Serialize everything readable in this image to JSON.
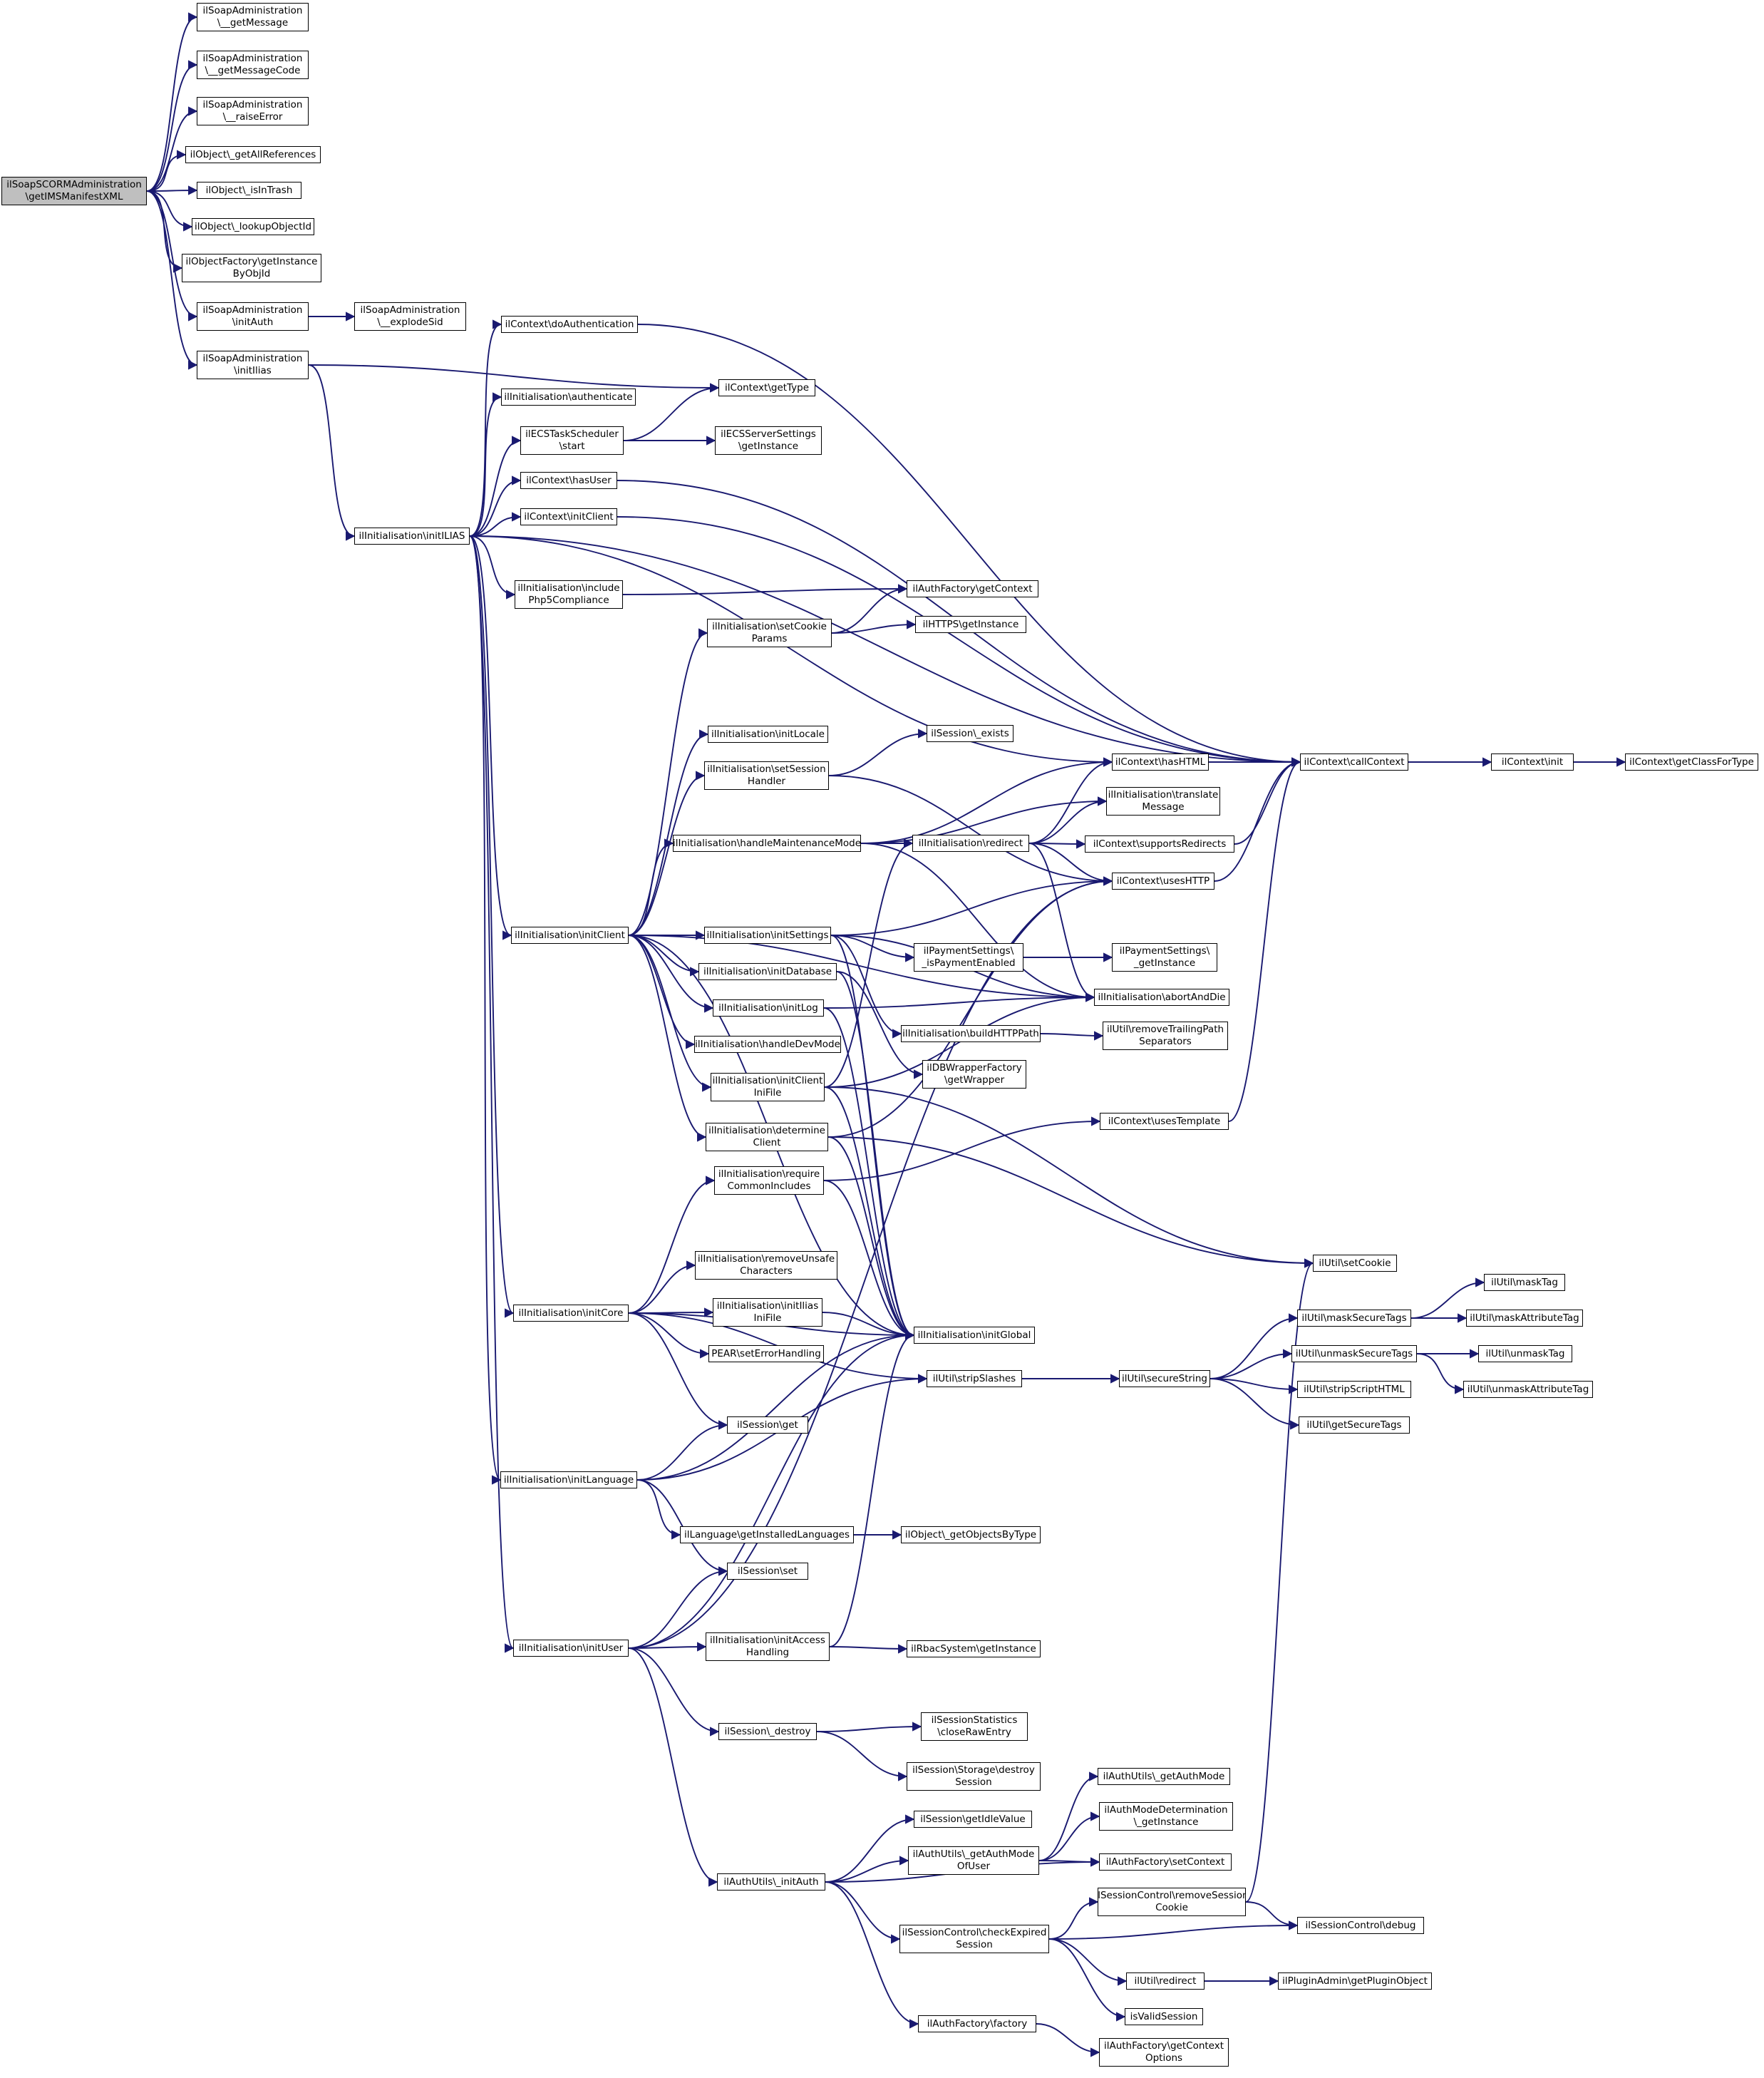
{
  "nodes": [
    {
      "id": "root",
      "label": "ilSoapSCORMAdministration\n\\getIMSManifestXML",
      "root": true
    },
    {
      "id": "getMessage",
      "label": "ilSoapAdministration\n\\__getMessage"
    },
    {
      "id": "getMessageCode",
      "label": "ilSoapAdministration\n\\__getMessageCode"
    },
    {
      "id": "raiseError",
      "label": "ilSoapAdministration\n\\__raiseError"
    },
    {
      "id": "getAllReferences",
      "label": "ilObject\\_getAllReferences"
    },
    {
      "id": "isInTrash",
      "label": "ilObject\\_isInTrash"
    },
    {
      "id": "lookupObjectId",
      "label": "ilObject\\_lookupObjectId"
    },
    {
      "id": "getInstanceByObjId",
      "label": "ilObjectFactory\\getInstance\nByObjId"
    },
    {
      "id": "initAuth",
      "label": "ilSoapAdministration\n\\initAuth"
    },
    {
      "id": "explodeSid",
      "label": "ilSoapAdministration\n\\__explodeSid"
    },
    {
      "id": "initIlias",
      "label": "ilSoapAdministration\n\\initIlias"
    },
    {
      "id": "initILIAS",
      "label": "ilInitialisation\\initILIAS"
    },
    {
      "id": "doAuthentication",
      "label": "ilContext\\doAuthentication"
    },
    {
      "id": "authenticate",
      "label": "ilInitialisation\\authenticate"
    },
    {
      "id": "ecsStart",
      "label": "ilECSTaskScheduler\n\\start"
    },
    {
      "id": "ctxGetType",
      "label": "ilContext\\getType"
    },
    {
      "id": "ecsServerSettings",
      "label": "ilECSServerSettings\n\\getInstance"
    },
    {
      "id": "hasUser",
      "label": "ilContext\\hasUser"
    },
    {
      "id": "ctxInitClient",
      "label": "ilContext\\initClient"
    },
    {
      "id": "includePhp5",
      "label": "ilInitialisation\\include\nPhp5Compliance"
    },
    {
      "id": "authFactoryGetContext",
      "label": "ilAuthFactory\\getContext"
    },
    {
      "id": "setCookieParams",
      "label": "ilInitialisation\\setCookie\nParams"
    },
    {
      "id": "httpsGetInstance",
      "label": "ilHTTPS\\getInstance"
    },
    {
      "id": "initLocale",
      "label": "ilInitialisation\\initLocale"
    },
    {
      "id": "sessionExists",
      "label": "ilSession\\_exists"
    },
    {
      "id": "setSessionHandler",
      "label": "ilInitialisation\\setSession\nHandler"
    },
    {
      "id": "hasHTML",
      "label": "ilContext\\hasHTML"
    },
    {
      "id": "callContext",
      "label": "ilContext\\callContext"
    },
    {
      "id": "ctxInit",
      "label": "ilContext\\init"
    },
    {
      "id": "getClassForType",
      "label": "ilContext\\getClassForType"
    },
    {
      "id": "translateMessage",
      "label": "ilInitialisation\\translate\nMessage"
    },
    {
      "id": "handleMaintenanceMode",
      "label": "ilInitialisation\\handleMaintenanceMode"
    },
    {
      "id": "initRedirect",
      "label": "ilInitialisation\\redirect"
    },
    {
      "id": "supportsRedirects",
      "label": "ilContext\\supportsRedirects"
    },
    {
      "id": "usesHTTP",
      "label": "ilContext\\usesHTTP"
    },
    {
      "id": "initClient",
      "label": "ilInitialisation\\initClient"
    },
    {
      "id": "initSettings",
      "label": "ilInitialisation\\initSettings"
    },
    {
      "id": "isPaymentEnabled",
      "label": "ilPaymentSettings\\\n_isPaymentEnabled"
    },
    {
      "id": "paymentGetInstance",
      "label": "ilPaymentSettings\\\n_getInstance"
    },
    {
      "id": "initDatabase",
      "label": "ilInitialisation\\initDatabase"
    },
    {
      "id": "abortAndDie",
      "label": "ilInitialisation\\abortAndDie"
    },
    {
      "id": "initLog",
      "label": "ilInitialisation\\initLog"
    },
    {
      "id": "buildHTTPPath",
      "label": "ilInitialisation\\buildHTTPPath"
    },
    {
      "id": "removeTrailingPath",
      "label": "ilUtil\\removeTrailingPath\nSeparators"
    },
    {
      "id": "handleDevMode",
      "label": "ilInitialisation\\handleDevMode"
    },
    {
      "id": "dbWrapperFactory",
      "label": "ilDBWrapperFactory\n\\getWrapper"
    },
    {
      "id": "initClientIniFile",
      "label": "ilInitialisation\\initClient\nIniFile"
    },
    {
      "id": "usesTemplate",
      "label": "ilContext\\usesTemplate"
    },
    {
      "id": "determineClient",
      "label": "ilInitialisation\\determine\nClient"
    },
    {
      "id": "requireCommonIncludes",
      "label": "ilInitialisation\\require\nCommonIncludes"
    },
    {
      "id": "setCookie",
      "label": "ilUtil\\setCookie"
    },
    {
      "id": "removeUnsafe",
      "label": "ilInitialisation\\removeUnsafe\nCharacters"
    },
    {
      "id": "maskTag",
      "label": "ilUtil\\maskTag"
    },
    {
      "id": "initCore",
      "label": "ilInitialisation\\initCore"
    },
    {
      "id": "initIliasIniFile",
      "label": "ilInitialisation\\initIlias\nIniFile"
    },
    {
      "id": "maskSecureTags",
      "label": "ilUtil\\maskSecureTags"
    },
    {
      "id": "maskAttributeTag",
      "label": "ilUtil\\maskAttributeTag"
    },
    {
      "id": "initGlobal",
      "label": "ilInitialisation\\initGlobal"
    },
    {
      "id": "pearError",
      "label": "PEAR\\setErrorHandling"
    },
    {
      "id": "unmaskSecureTags",
      "label": "ilUtil\\unmaskSecureTags"
    },
    {
      "id": "unmaskTag",
      "label": "ilUtil\\unmaskTag"
    },
    {
      "id": "stripSlashes",
      "label": "ilUtil\\stripSlashes"
    },
    {
      "id": "secureString",
      "label": "ilUtil\\secureString"
    },
    {
      "id": "unmaskAttributeTag",
      "label": "ilUtil\\unmaskAttributeTag"
    },
    {
      "id": "stripScriptHTML",
      "label": "ilUtil\\stripScriptHTML"
    },
    {
      "id": "sessionGet",
      "label": "ilSession\\get"
    },
    {
      "id": "getSecureTags",
      "label": "ilUtil\\getSecureTags"
    },
    {
      "id": "initLanguage",
      "label": "ilInitialisation\\initLanguage"
    },
    {
      "id": "getInstalledLanguages",
      "label": "ilLanguage\\getInstalledLanguages"
    },
    {
      "id": "getObjectsByType",
      "label": "ilObject\\_getObjectsByType"
    },
    {
      "id": "sessionSet",
      "label": "ilSession\\set"
    },
    {
      "id": "initUser",
      "label": "ilInitialisation\\initUser"
    },
    {
      "id": "initAccessHandling",
      "label": "ilInitialisation\\initAccess\nHandling"
    },
    {
      "id": "rbacSystem",
      "label": "ilRbacSystem\\getInstance"
    },
    {
      "id": "sessionDestroy",
      "label": "ilSession\\_destroy"
    },
    {
      "id": "closeRawEntry",
      "label": "ilSessionStatistics\n\\closeRawEntry"
    },
    {
      "id": "destroySession",
      "label": "ilSession\\Storage\\destroy\nSession"
    },
    {
      "id": "getAuthMode",
      "label": "ilAuthUtils\\_getAuthMode"
    },
    {
      "id": "authModeDetermination",
      "label": "ilAuthModeDetermination\n\\_getInstance"
    },
    {
      "id": "getIdleValue",
      "label": "ilSession\\getIdleValue"
    },
    {
      "id": "getAuthModeOfUser",
      "label": "ilAuthUtils\\_getAuthMode\nOfUser"
    },
    {
      "id": "authFactorySetContext",
      "label": "ilAuthFactory\\setContext"
    },
    {
      "id": "authUtilsInitAuth",
      "label": "ilAuthUtils\\_initAuth"
    },
    {
      "id": "removeSessionCookie",
      "label": "ilSessionControl\\removeSession\nCookie"
    },
    {
      "id": "sessionControlDebug",
      "label": "ilSessionControl\\debug"
    },
    {
      "id": "checkExpiredSession",
      "label": "ilSessionControl\\checkExpired\nSession"
    },
    {
      "id": "ilUtilRedirect",
      "label": "ilUtil\\redirect"
    },
    {
      "id": "getPluginObject",
      "label": "ilPluginAdmin\\getPluginObject"
    },
    {
      "id": "isValidSession",
      "label": "isValidSession"
    },
    {
      "id": "authFactoryFactory",
      "label": "ilAuthFactory\\factory"
    },
    {
      "id": "authFactoryGetContextOptions",
      "label": "ilAuthFactory\\getContext\nOptions"
    }
  ]
}
